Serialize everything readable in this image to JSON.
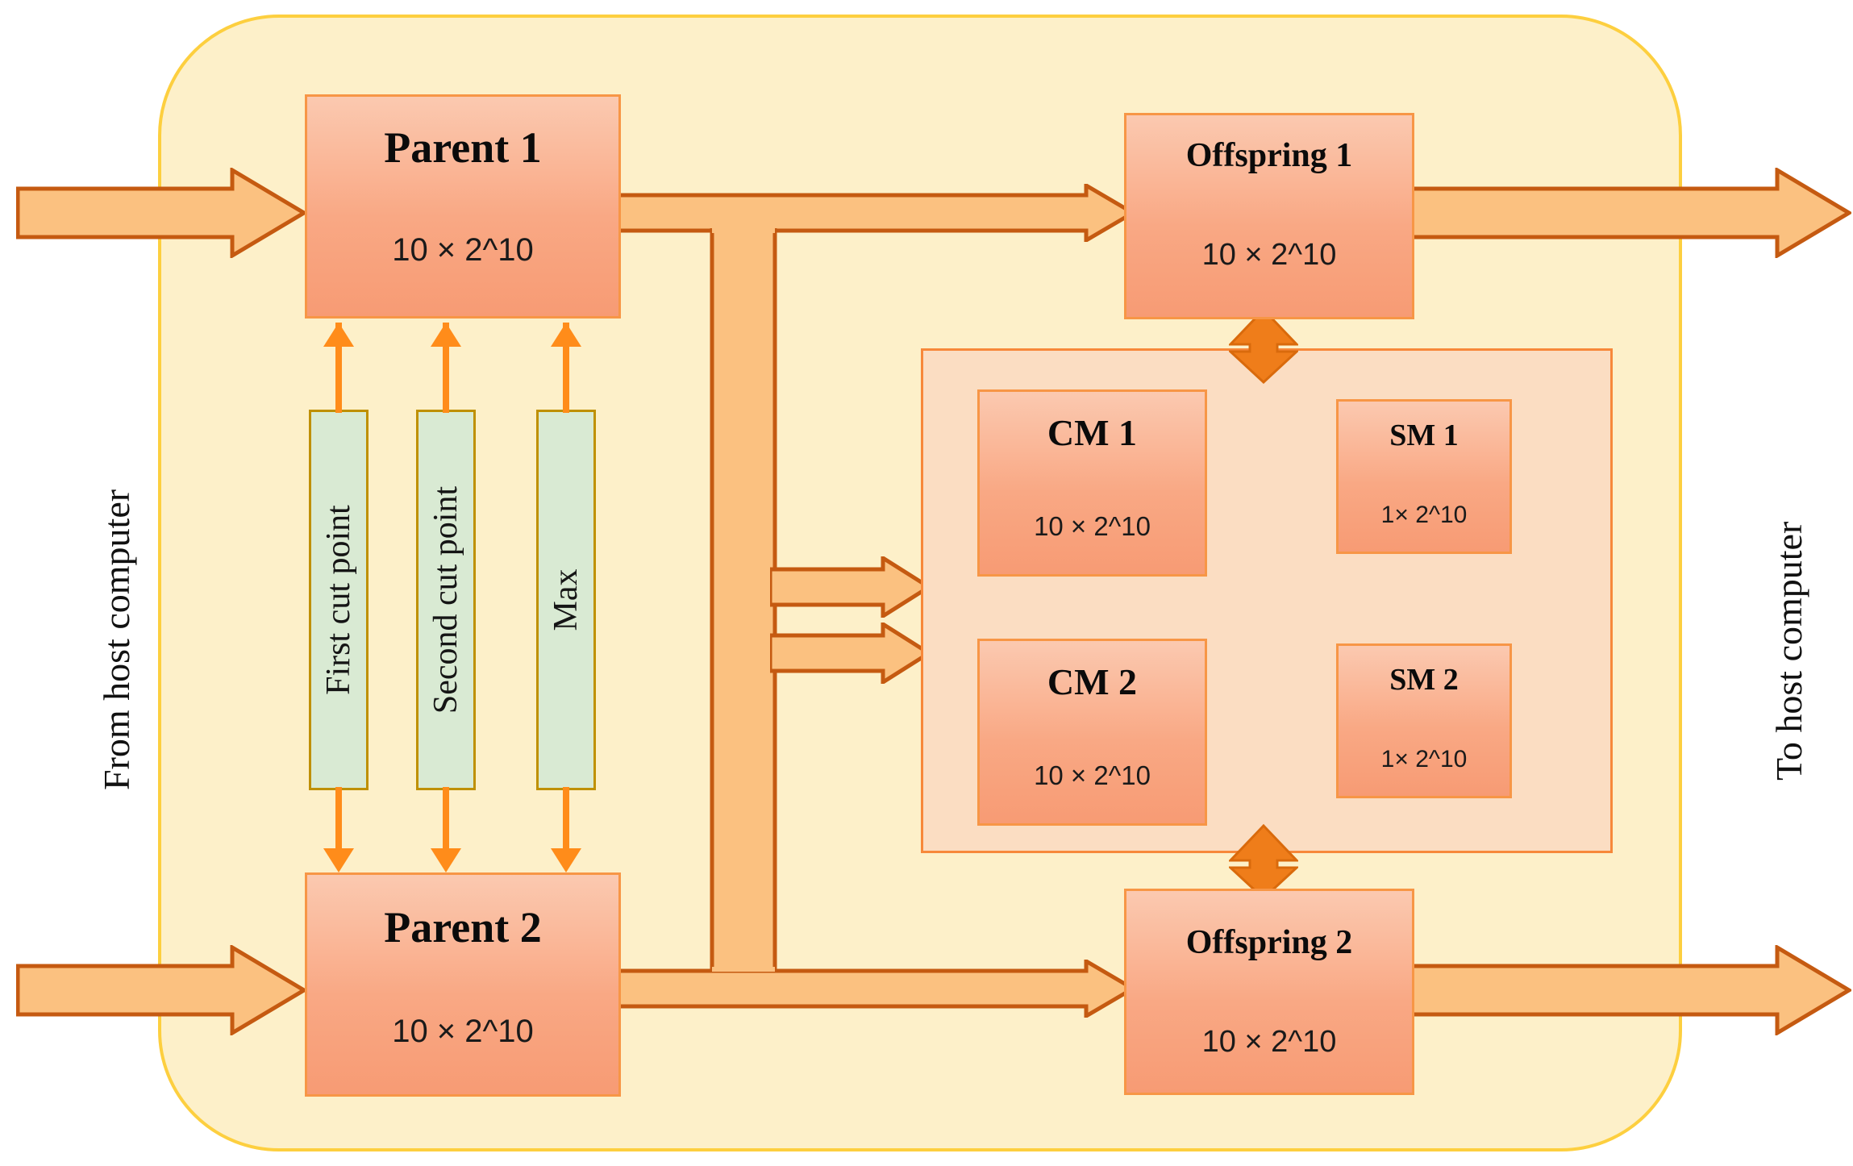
{
  "diagram": {
    "title": "FPGA crossover/mutation datapath block diagram",
    "colors": {
      "container_fill": "#fdf0c9",
      "container_border": "#fdcf3f",
      "block_fill": "#f9a884",
      "block_border": "#f79646",
      "memory_panel_fill": "#fbddc2",
      "memory_panel_border": "#f7883a",
      "param_fill": "#d9ead3",
      "param_border": "#bf9000",
      "arrow_fill": "#fbc180",
      "arrow_border": "#c55a11",
      "solid_arrow": "#ef7d1a"
    }
  },
  "host_labels": {
    "from": "From host computer",
    "to": "To host computer"
  },
  "blocks": {
    "parent1": {
      "title": "Parent 1",
      "size": "10 × 2^10"
    },
    "parent2": {
      "title": "Parent 2",
      "size": "10 × 2^10"
    },
    "offspring1": {
      "title": "Offspring 1",
      "size": "10 × 2^10"
    },
    "offspring2": {
      "title": "Offspring 2",
      "size": "10 × 2^10"
    },
    "cm1": {
      "title": "CM 1",
      "size": "10 × 2^10"
    },
    "cm2": {
      "title": "CM 2",
      "size": "10 × 2^10"
    },
    "sm1": {
      "title": "SM 1",
      "size": "1× 2^10"
    },
    "sm2": {
      "title": "SM 2",
      "size": "1× 2^10"
    }
  },
  "params": [
    {
      "label": "First cut point"
    },
    {
      "label": "Second cut point"
    },
    {
      "label": "Max"
    }
  ]
}
